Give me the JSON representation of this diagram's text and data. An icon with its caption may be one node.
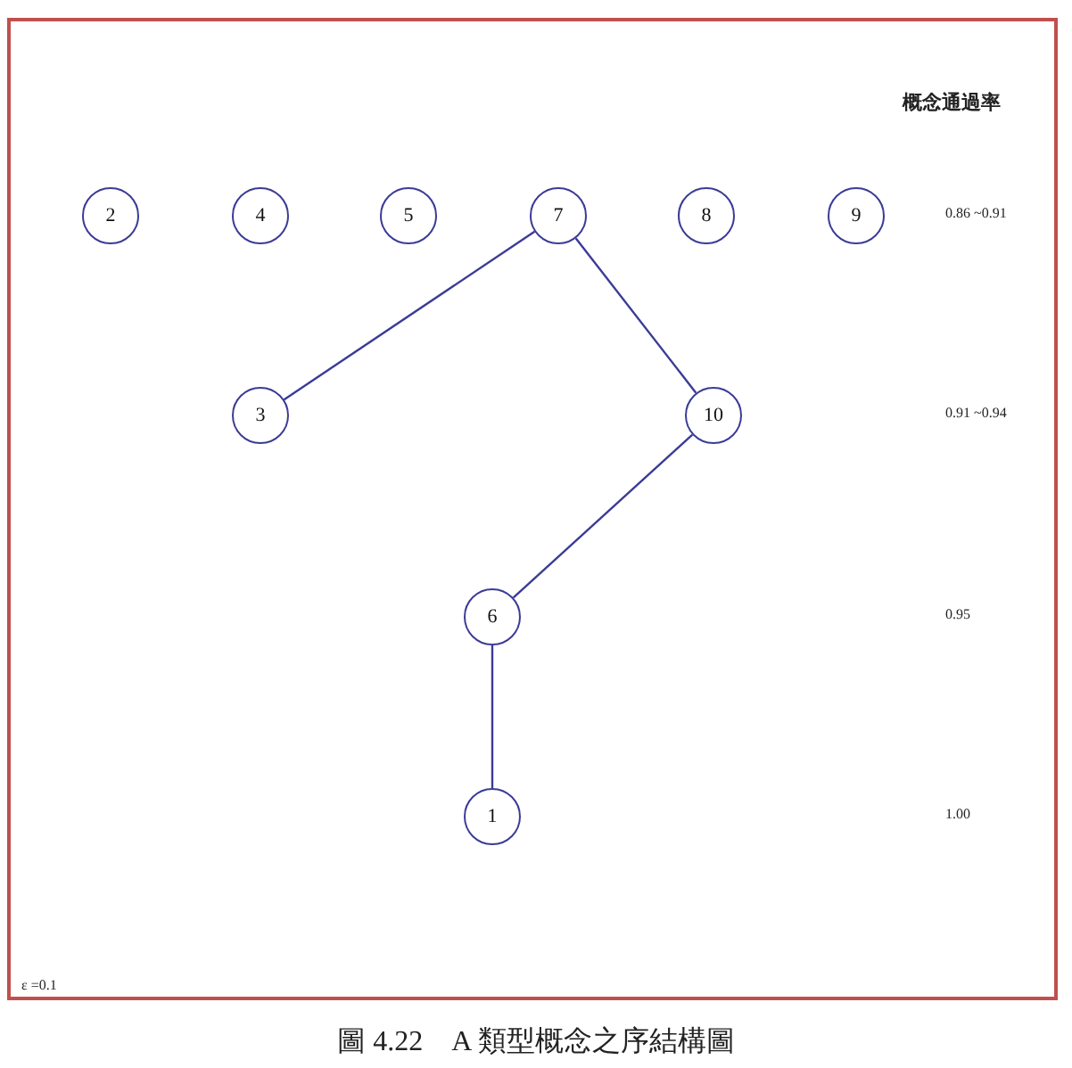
{
  "diagram": {
    "caption": "圖 4.22　A 類型概念之序結構圖",
    "nodes": [
      {
        "text": [
          "2"
        ]
      },
      {
        "text": [
          "4"
        ]
      },
      {
        "text": [
          "5"
        ]
      },
      {
        "text": [
          "7"
        ]
      },
      {
        "text": [
          "8"
        ]
      },
      {
        "text": [
          "9"
        ]
      },
      {
        "text": [
          "3"
        ]
      },
      {
        "text": [
          "10"
        ]
      },
      {
        "text": [
          "6"
        ]
      },
      {
        "text": [
          "1"
        ]
      }
    ],
    "edges": [
      {
        "from": 3,
        "to": 6,
        "arrow": "none"
      },
      {
        "from": 3,
        "to": 7,
        "arrow": "none"
      },
      {
        "from": 7,
        "to": 8,
        "arrow": "none"
      },
      {
        "from": 8,
        "to": 9,
        "arrow": "none"
      }
    ],
    "labels": [
      "概念通過率",
      "0.86 ~0.91",
      "0.91 ~0.94",
      "0.95",
      "1.00",
      "ε =0.1"
    ]
  }
}
